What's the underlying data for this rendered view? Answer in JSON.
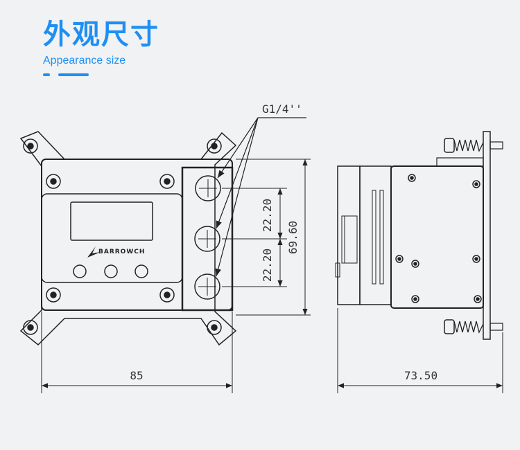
{
  "header": {
    "title": "外观尺寸",
    "subtitle": "Appearance size"
  },
  "diagram": {
    "thread_label": "G1/4''",
    "brand_mark": "BARROWCH",
    "dims": {
      "port_spacing_top": "22.20",
      "port_spacing_bottom": "22.20",
      "height": "69.60",
      "front_width": "85",
      "side_width": "73.50"
    }
  },
  "colors": {
    "accent": "#1e8ff2",
    "line": "#222222",
    "background": "#f1f2f4"
  }
}
